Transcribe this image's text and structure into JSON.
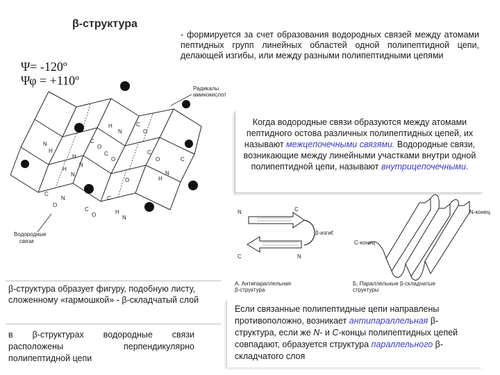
{
  "title": "β-структура",
  "angles": {
    "psi": "Ψ= -120º",
    "phi": "Ψφ = +110º"
  },
  "para_top": "- формируется за счет образования водородных связей между атомами пептидных групп линейных областей одной полипептидной цепи, делающей изгибы, или между разными полипептидными цепями",
  "box": {
    "part1": "Когда водородные связи образуются между атомами пептидного остова различных полипептидных цепей, их называют ",
    "term1": "межцепочечными связями.",
    "part2": " Водородные связи, возникающие между линейными участками внутри одной полипептидной цепи, называют ",
    "term2": "внутрицепочечными."
  },
  "para_sheet": "β-структура образует фигуру, подобную листу, сложенному «гармошкой» - β-складчатый слой",
  "para_hbonds_line1": "в β-структурах водородные связи расположены перпендикулярно",
  "para_hbonds_line2": "полипептидной цепи",
  "para_direction": {
    "part1": "Если связанные полипептидные цепи направлены противоположно, возникает ",
    "term1": "антипараллельная",
    "part2": " β-структура, если же ",
    "n": "N-",
    "part3": " и ",
    "c": "С-",
    "part4": "концы полипептидных цепей совпадают, образуется структура ",
    "term2": "параллельного",
    "part5": " β-складчатого слоя"
  },
  "figure_left": {
    "label_radicals": [
      "Радикалы",
      "аминокислот"
    ],
    "label_hbonds": [
      "Водородные",
      "связи"
    ],
    "atoms": [
      "H",
      "N",
      "C",
      "O",
      "H",
      "N",
      "C",
      "O",
      "H",
      "N",
      "C",
      "O",
      "N",
      "H",
      "C",
      "O",
      "C",
      "N",
      "H",
      "O",
      "C",
      "N",
      "O",
      "C",
      "H",
      "N",
      "C",
      "O"
    ]
  },
  "figure_anti": {
    "n_top": "N",
    "c_top": "C",
    "c_bottom": "C",
    "n_bottom": "N",
    "turn": "β-изгиб",
    "caption": [
      "А. Антипараллельная",
      "β-структура"
    ]
  },
  "figure_par": {
    "n_end": "N-конец",
    "c_end": "С-конец",
    "caption": [
      "Б. Параллельные β-складчатые",
      "структуры"
    ]
  }
}
